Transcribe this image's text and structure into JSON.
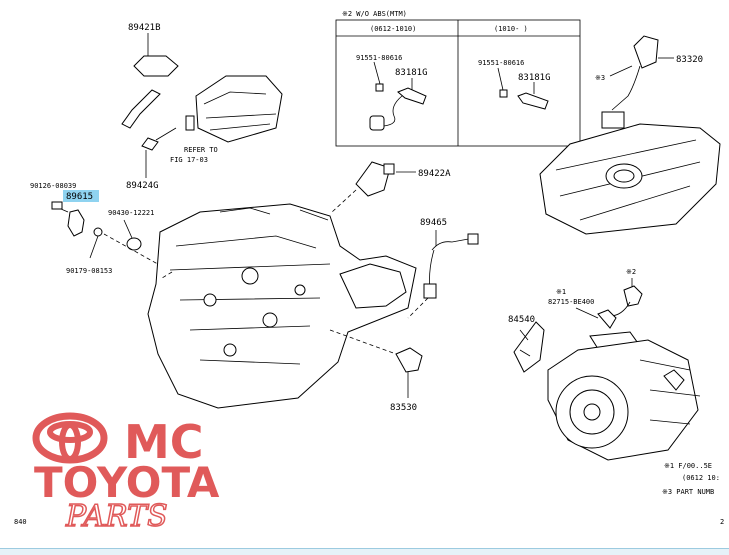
{
  "parts": {
    "p89421b": "89421B",
    "p89424g": "89424G",
    "refer1": "REFER TO",
    "refer2": "FIG 17-03",
    "p90126": "90126-08039",
    "p89615": "89615",
    "p90430": "90430-12221",
    "p90179": "90179-08153",
    "p89422a": "89422A",
    "p89465": "89465",
    "p83530": "83530",
    "p83320": "83320",
    "note3_marker": "※3",
    "p84540": "84540",
    "mark1": "※1",
    "mark2": "※2",
    "p82715": "82715-BE400"
  },
  "inset": {
    "title": "※2 W/O ABS(MTM)",
    "col1_header": "(0612-1010)",
    "col2_header": "(1010-    )",
    "col1_bolt": "91551-80616",
    "col1_sensor": "83181G",
    "col2_bolt": "91551-80616",
    "col2_sensor": "83181G"
  },
  "footnotes": {
    "fn1a": "※1 F/00..5E",
    "fn1b": "(0612 10:",
    "fn3": "※3 PART NUMB"
  },
  "corner": {
    "left": "840",
    "right": "2"
  },
  "watermark": {
    "line1": "MC",
    "line2": "TOYOTA",
    "line3": "PARTS"
  },
  "colors": {
    "watermark_red": "#e05a5a",
    "highlight": "#8fd3f0"
  }
}
